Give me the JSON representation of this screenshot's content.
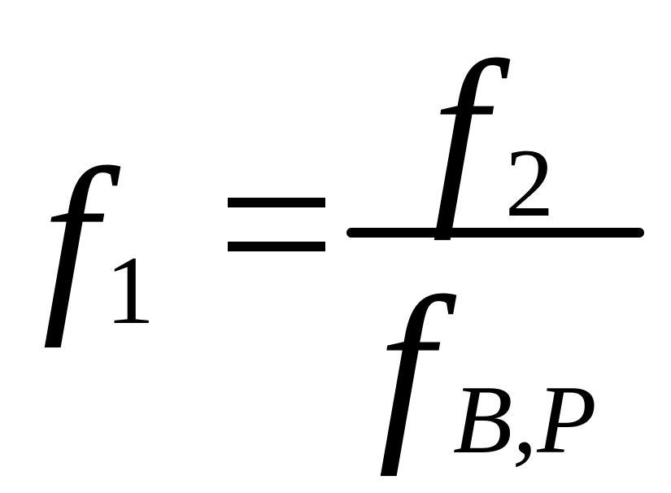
{
  "equation": {
    "lhs": {
      "symbol": "f",
      "subscript": "1"
    },
    "operator": "=",
    "numerator": {
      "symbol": "f",
      "subscript": "2"
    },
    "denominator": {
      "symbol": "f",
      "subscript": "B,P"
    }
  }
}
